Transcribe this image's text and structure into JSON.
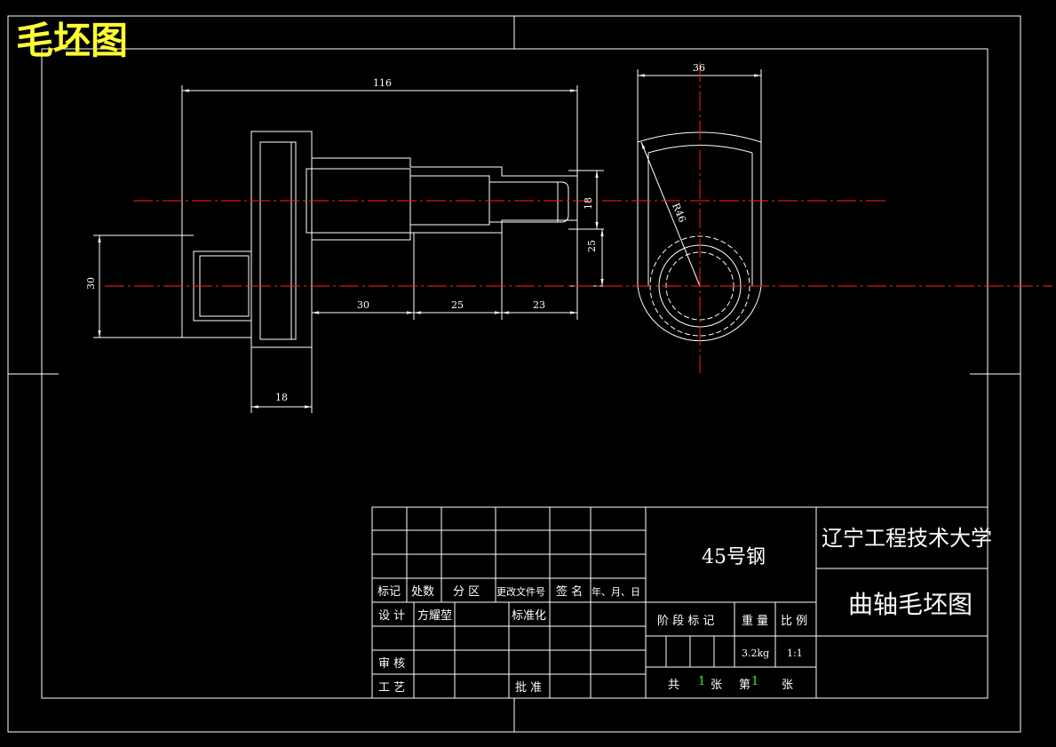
{
  "sheet": {
    "title": "毛坯图",
    "colors": {
      "background": "#000000",
      "lines": "#ffffff",
      "center": "#ff2020",
      "title": "#ffff33",
      "number": "#33ff33"
    }
  },
  "dimensions": {
    "overall_length": "116",
    "right_width": "36",
    "radius": "R46",
    "left_height": "30",
    "step_a": "30",
    "step_b": "25",
    "step_c": "23",
    "flange_width": "18",
    "journal_dia": "18",
    "offset": "25"
  },
  "title_block": {
    "material": "45号钢",
    "school": "辽宁工程技术大学",
    "drawing_name": "曲轴毛坯图",
    "hdr_mark": "标记",
    "hdr_count": "处数",
    "hdr_zone": "分 区",
    "hdr_docno": "更改文件号",
    "hdr_sign": "签 名",
    "hdr_date": "年、月、日",
    "design": "设 计",
    "designer": "方耀堃",
    "standard": "标准化",
    "review": "审 核",
    "process": "工 艺",
    "approve": "批 准",
    "stage_mark": "阶 段 标 记",
    "weight_label": "重 量",
    "scale_label": "比 例",
    "weight": "3.2kg",
    "scale": "1:1",
    "total_label": "共",
    "total": "1",
    "sheet_label": "张",
    "nth_label": "第",
    "nth": "1",
    "sheet_label2": "张"
  }
}
